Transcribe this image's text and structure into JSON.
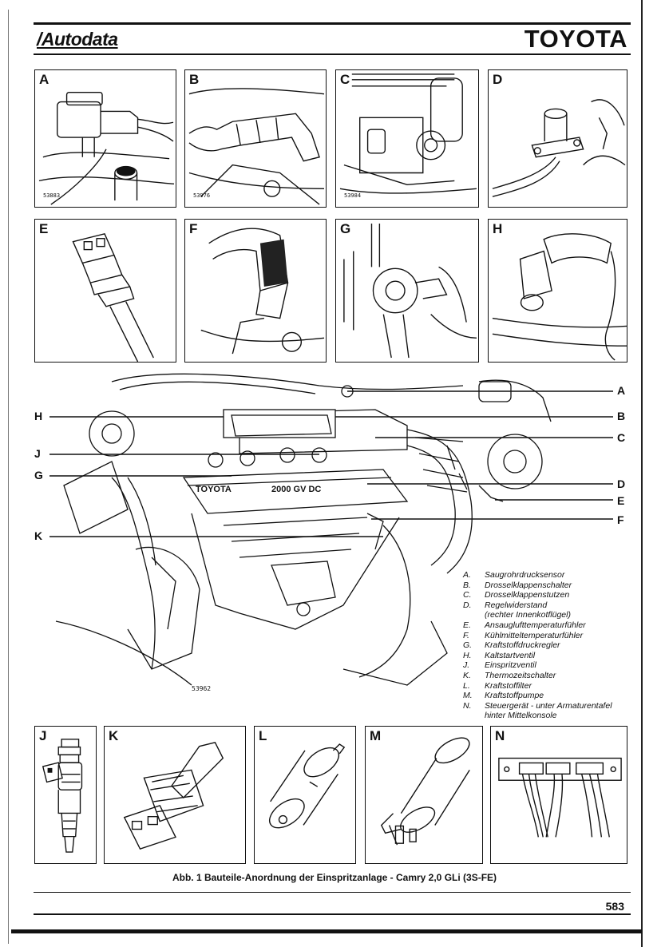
{
  "header": {
    "brand": "/Autodata",
    "make": "TOYOTA"
  },
  "panels_top": [
    {
      "letter": "A",
      "code": "53883"
    },
    {
      "letter": "B",
      "code": "53976"
    },
    {
      "letter": "C",
      "code": "53984"
    },
    {
      "letter": "D",
      "code": ""
    },
    {
      "letter": "E",
      "code": ""
    },
    {
      "letter": "F",
      "code": ""
    },
    {
      "letter": "G",
      "code": ""
    },
    {
      "letter": "H",
      "code": ""
    }
  ],
  "main_figure": {
    "code": "53962",
    "engine_marking": "TOYOTA",
    "engine_code": "2000 GV DC",
    "callouts_right": [
      "A",
      "B",
      "C",
      "D",
      "E",
      "F"
    ],
    "callouts_left": [
      "H",
      "J",
      "G",
      "K"
    ]
  },
  "legend": [
    {
      "key": "A.",
      "text": "Saugrohrdrucksensor"
    },
    {
      "key": "B.",
      "text": "Drosselklappenschalter"
    },
    {
      "key": "C.",
      "text": "Drosselklappenstutzen"
    },
    {
      "key": "D.",
      "text": "Regelwiderstand"
    },
    {
      "key": "",
      "text": "(rechter Innenkotflügel)"
    },
    {
      "key": "E.",
      "text": "Ansauglufttemperaturfühler"
    },
    {
      "key": "F.",
      "text": "Kühlmitteltemperaturfühler"
    },
    {
      "key": "G.",
      "text": "Kraftstoffdruckregler"
    },
    {
      "key": "H.",
      "text": "Kaltstartventil"
    },
    {
      "key": "J.",
      "text": "Einspritzventil"
    },
    {
      "key": "K.",
      "text": "Thermozeitschalter"
    },
    {
      "key": "L.",
      "text": "Kraftstoffilter"
    },
    {
      "key": "M.",
      "text": "Kraftstoffpumpe"
    },
    {
      "key": "N.",
      "text": "Steuergerät - unter Armaturentafel"
    },
    {
      "key": "",
      "text": "hinter Mittelkonsole"
    }
  ],
  "panels_bottom": [
    {
      "letter": "J"
    },
    {
      "letter": "K"
    },
    {
      "letter": "L"
    },
    {
      "letter": "M"
    },
    {
      "letter": "N"
    }
  ],
  "caption": "Abb. 1 Bauteile-Anordnung der Einspritzanlage - Camry 2,0 GLi (3S-FE)",
  "page_number": "583"
}
